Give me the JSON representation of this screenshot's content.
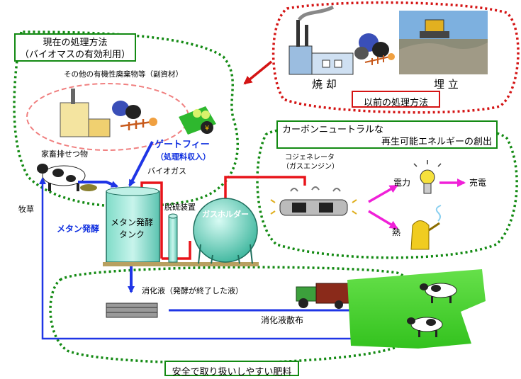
{
  "colors": {
    "green_dash": "#138a13",
    "red_dash": "#d41414",
    "blue_flow": "#1f35e6",
    "red_pipe": "#e8141a",
    "magenta": "#f020d8",
    "pink_dash": "#f08080"
  },
  "old_method": {
    "label": "以前の処理方法",
    "incineration": "焼 却",
    "landfill": "埋 立"
  },
  "current_method": {
    "line1": "現在の処理方法",
    "line2": "（バイオマスの有効利用）"
  },
  "inputs": {
    "organic_waste": "その他の有機性廃棄物等（副資材）",
    "livestock_manure": "家畜排せつ物",
    "gate_fee": "ゲートフィー",
    "gate_fee_sub": "（処理料収入）",
    "pasture": "牧草"
  },
  "process": {
    "biogas": "バイオガス",
    "methane_fermentation": "メタン発酵",
    "tank_line1": "メタン発酵",
    "tank_line2": "タンク",
    "desulfurizer": "脱硫装置",
    "gas_holder": "ガスホルダー"
  },
  "energy": {
    "title_line1": "カーボンニュートラルな",
    "title_line2": "再生可能エネルギーの創出",
    "cogen_line1": "コジェネレータ",
    "cogen_line2": "（ガスエンジン）",
    "electricity": "電力",
    "sale": "売電",
    "heat": "熱"
  },
  "digestate": {
    "liquid": "消化液（発酵が終了した液）",
    "spreading": "消化液散布",
    "fertilizer": "安全で取り扱いしやすい肥料"
  },
  "icons": [
    "factory-icon",
    "garbage-bags-icon",
    "fish-bone-icon",
    "landfill-photo",
    "yen-bag-icon",
    "cow-icon",
    "light-bulb-icon",
    "kettle-icon",
    "generator-icon",
    "tractor-icon",
    "digestate-tank-icon"
  ]
}
